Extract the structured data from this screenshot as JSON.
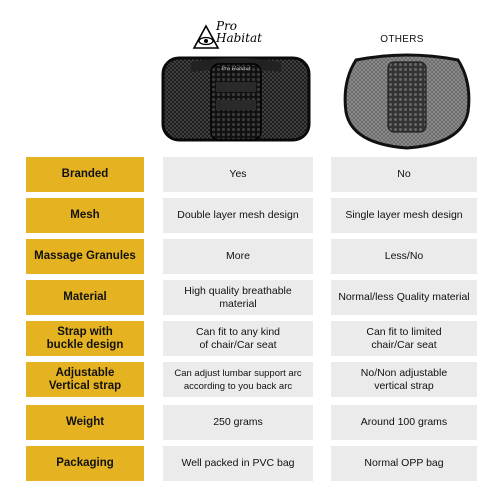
{
  "header": {
    "brand_name": "Pro\nHabitat",
    "others_label": "OTHERS",
    "pro_product_badge": "Pro Habitat"
  },
  "colors": {
    "label_background": "#e5b321",
    "value_background": "#ebebeb"
  },
  "rows": [
    {
      "label": "Branded",
      "pro": "Yes",
      "other": "No"
    },
    {
      "label": "Mesh",
      "pro": "Double layer mesh design",
      "other": "Single layer mesh design"
    },
    {
      "label": "Massage Granules",
      "pro": "More",
      "other": "Less/No"
    },
    {
      "label": "Material",
      "pro": "High quality breathable\nmaterial",
      "other": "Normal/less Quality material"
    },
    {
      "label": "Strap with\nbuckle design",
      "pro": "Can fit to any kind\nof chair/Car seat",
      "other": "Can fit to limited\nchair/Car seat"
    },
    {
      "label": "Adjustable\nVertical strap",
      "pro": "Can adjust lumbar support arc\naccording to you back arc",
      "other": "No/Non  adjustable\nvertical strap"
    },
    {
      "label": "Weight",
      "pro": "250 grams",
      "other": "Around 100 grams"
    },
    {
      "label": "Packaging",
      "pro": "Well packed in PVC bag",
      "other": "Normal OPP bag"
    }
  ]
}
